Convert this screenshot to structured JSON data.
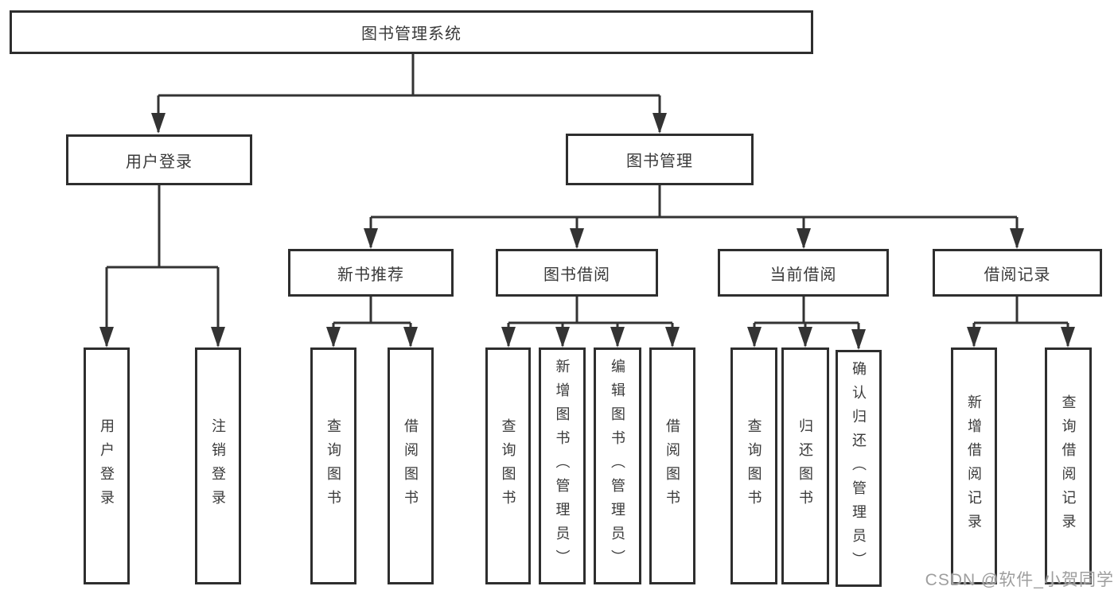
{
  "nodes": {
    "root": "图书管理系统",
    "user_login": "用户登录",
    "book_management": "图书管理",
    "new_book_recommend": "新书推荐",
    "book_borrowing": "图书借阅",
    "current_borrowing": "当前借阅",
    "borrowing_records": "借阅记录",
    "leaves": {
      "user_login": "用户登录",
      "logout": "注销登录",
      "nb_query_books": "查询图书",
      "nb_borrow_books": "借阅图书",
      "bb_query_books": "查询图书",
      "bb_add_books_admin": "新增图书（管理员）",
      "bb_edit_books_admin": "编辑图书（管理员）",
      "bb_borrow_books": "借阅图书",
      "cb_query_books": "查询图书",
      "cb_return_books": "归还图书",
      "cb_confirm_return_admin": "确认归还（管理员）",
      "br_add_record": "新增借阅记录",
      "br_query_record": "查询借阅记录"
    }
  },
  "watermark": "CSDN @软件_小贺同学",
  "colors": {
    "line": "#333333",
    "box_border": "#2e2e2e",
    "text": "#3a3a3a",
    "watermark": "#9e9e9e",
    "background": "#ffffff"
  }
}
